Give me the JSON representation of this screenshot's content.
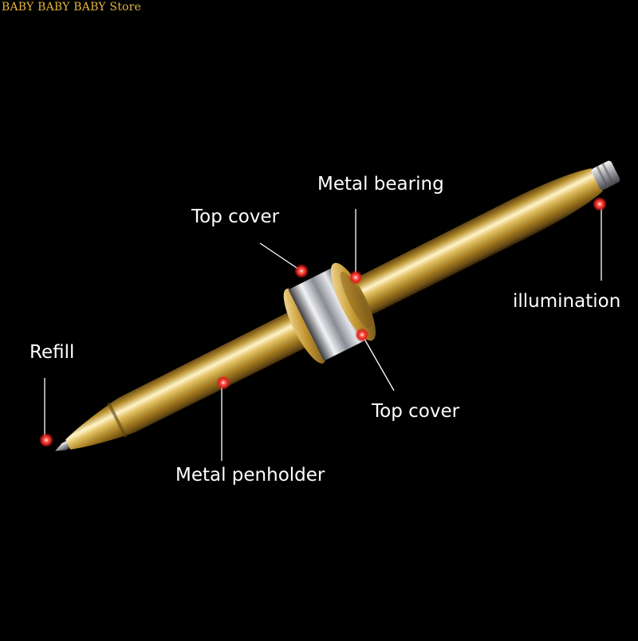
{
  "store_name": "BABY BABY BABY Store",
  "labels": {
    "metal_bearing": "Metal bearing",
    "top_cover_upper": "Top cover",
    "illumination": "illumination",
    "refill": "Refill",
    "top_cover_lower": "Top cover",
    "metal_penholder": "Metal penholder"
  },
  "colors": {
    "background": "#000000",
    "gold": "#d9b24a",
    "chrome": "#c9ccd2",
    "marker": "#e0201c",
    "store_text": "#e2b43a",
    "label_text": "#ffffff"
  }
}
